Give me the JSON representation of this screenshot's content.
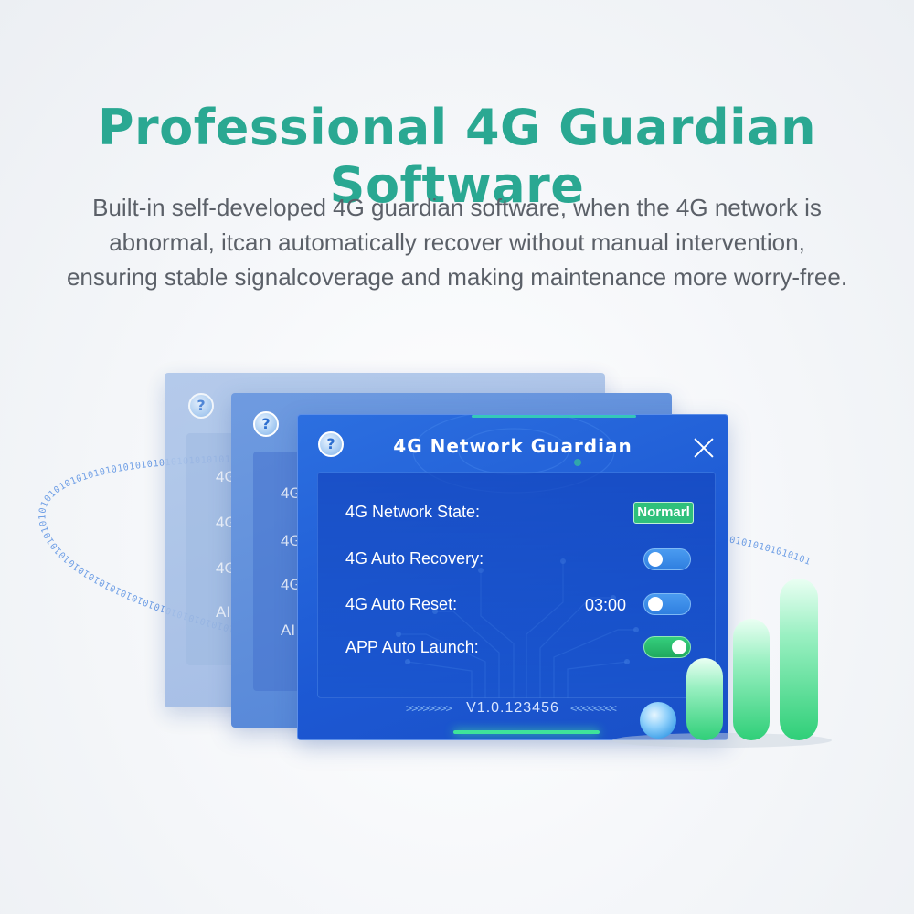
{
  "header": {
    "title": "Professional 4G Guardian Software",
    "subtitle_lines": [
      "Built-in self-developed 4G guardian software, when the 4G network is",
      "abnormal, itcan automatically recover without manual intervention,",
      "ensuring stable signalcoverage and making maintenance more worry-free."
    ]
  },
  "orbit": {
    "text": "0101010101010101010101010101010101010101010101010101010101010101010101010101010101010101010101010101010101010101010101010101010101"
  },
  "back_window": {
    "labels": [
      "4G",
      "4G",
      "4G",
      "AI"
    ]
  },
  "mid_window": {
    "labels": [
      "4G",
      "4G",
      "4G",
      "AI"
    ]
  },
  "window": {
    "title": "4G Network Guardian",
    "help_glyph": "?",
    "rows": [
      {
        "label": "4G Network State:"
      },
      {
        "label": "4G Auto Recovery:"
      },
      {
        "label": "4G Auto Reset:"
      },
      {
        "label": "APP Auto Launch:"
      }
    ],
    "state_badge": "Normarl",
    "reset_time": "03:00",
    "toggles": {
      "auto_recovery": false,
      "auto_reset": false,
      "app_auto_launch": true
    },
    "version": "V1.0.123456",
    "chevrons_left": ">>>>>>>>",
    "chevrons_right": "<<<<<<<<"
  },
  "colors": {
    "title_green": "#2aa892",
    "window_blue": "#1c58d3",
    "badge_green": "#2fc07c",
    "toggle_blue": "#2f7fe0",
    "toggle_on_green": "#20a95e"
  },
  "signal_icon": {
    "bars": 4,
    "level": 4
  }
}
